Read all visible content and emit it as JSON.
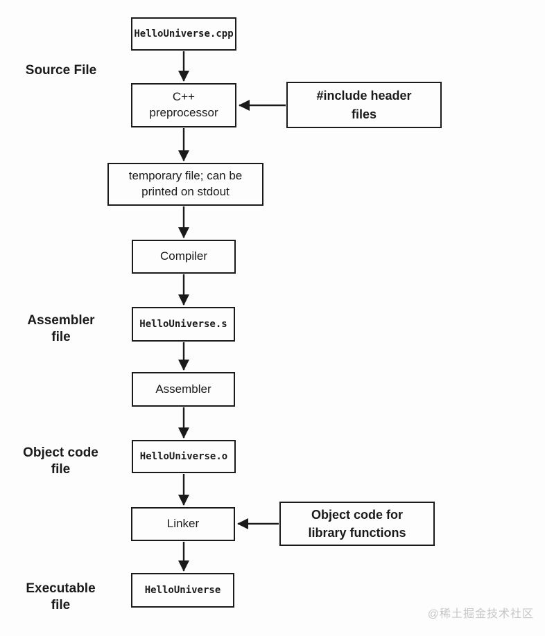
{
  "page": {
    "background_color": "#fdfdfd",
    "ink_color": "#1a1a1a",
    "watermark_color": "#c6c6c6"
  },
  "side_labels": {
    "source_file": "Source File",
    "assembler_file": "Assembler\nfile",
    "object_code_file": "Object code\nfile",
    "executable_file": "Executable\nfile"
  },
  "nodes": {
    "hello_cpp": "HelloUniverse.cpp",
    "preprocessor": "C++\npreprocessor",
    "include_headers": "#include header\nfiles",
    "temp_file": "temporary file; can be\nprinted on stdout",
    "compiler": "Compiler",
    "hello_s": "HelloUniverse.s",
    "assembler": "Assembler",
    "hello_o": "HelloUniverse.o",
    "linker": "Linker",
    "object_code_lib": "Object code for\nlibrary functions",
    "hello_exe": "HelloUniverse"
  },
  "watermark": "@稀土掘金技术社区"
}
